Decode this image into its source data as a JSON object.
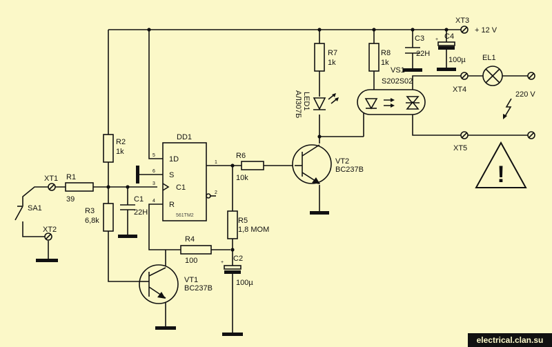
{
  "diagram": {
    "components": {
      "xt1": "XT1",
      "xt2": "XT2",
      "xt3": "XT3",
      "xt4": "XT4",
      "xt5": "XT5",
      "sa1": "SA1",
      "r1": {
        "ref": "R1",
        "value": "39"
      },
      "r2": {
        "ref": "R2",
        "value": "1k"
      },
      "r3": {
        "ref": "R3",
        "value": "6,8k"
      },
      "r4": {
        "ref": "R4",
        "value": "100"
      },
      "r5": {
        "ref": "R5",
        "value": "1,8 MOM"
      },
      "r6": {
        "ref": "R6",
        "value": "10k"
      },
      "r7": {
        "ref": "R7",
        "value": "1k"
      },
      "r8": {
        "ref": "R8",
        "value": "1k"
      },
      "c1": {
        "ref": "C1",
        "value": "22H"
      },
      "c2": {
        "ref": "C2",
        "value": "100µ"
      },
      "c3": {
        "ref": "C3",
        "value": "22H"
      },
      "c4": {
        "ref": "C4",
        "value": "100µ"
      },
      "vt1": {
        "ref": "VT1",
        "value": "BC237B"
      },
      "vt2": {
        "ref": "VT2",
        "value": "BC237B"
      },
      "led1": {
        "ref": "LED1",
        "value": "АЛ307Б"
      },
      "vs1": {
        "ref": "VS1",
        "value": "S202S02"
      },
      "el1": "EL1",
      "dd1": {
        "ref": "DD1",
        "chip": "561TM2",
        "pins": {
          "d": "1D",
          "s": "S",
          "c": "C1",
          "r": "R"
        },
        "pin_numbers": {
          "d": "5",
          "s": "6",
          "c": "3",
          "r": "4",
          "q": "1",
          "nq": "2"
        }
      }
    },
    "supply": "+ 12 V",
    "mains": "220 V",
    "warning_symbol": "!"
  },
  "footer": {
    "watermark": "electrical.clan.su"
  }
}
